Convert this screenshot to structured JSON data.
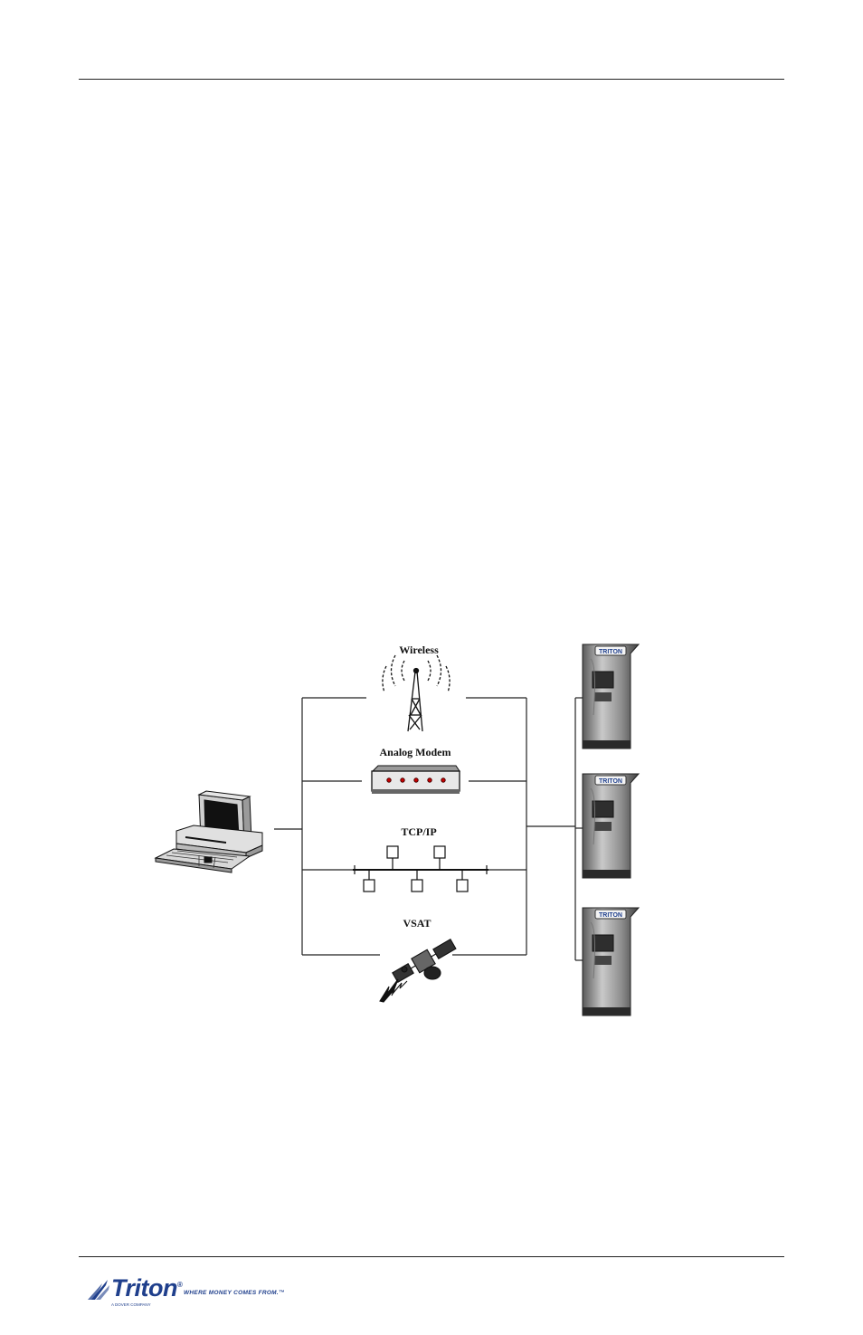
{
  "diagram": {
    "labels": {
      "wireless": "Wireless",
      "analog_modem": "Analog Modem",
      "tcpip": "TCP/IP",
      "vsat": "VSAT"
    },
    "atm_badge": "TRITON"
  },
  "footer": {
    "brand": "Triton",
    "registered": "®",
    "tagline": "WHERE MONEY COMES FROM.™",
    "subline": "A DOVER COMPANY"
  },
  "colors": {
    "brand_blue": "#1f3f8c",
    "line": "#222222"
  }
}
